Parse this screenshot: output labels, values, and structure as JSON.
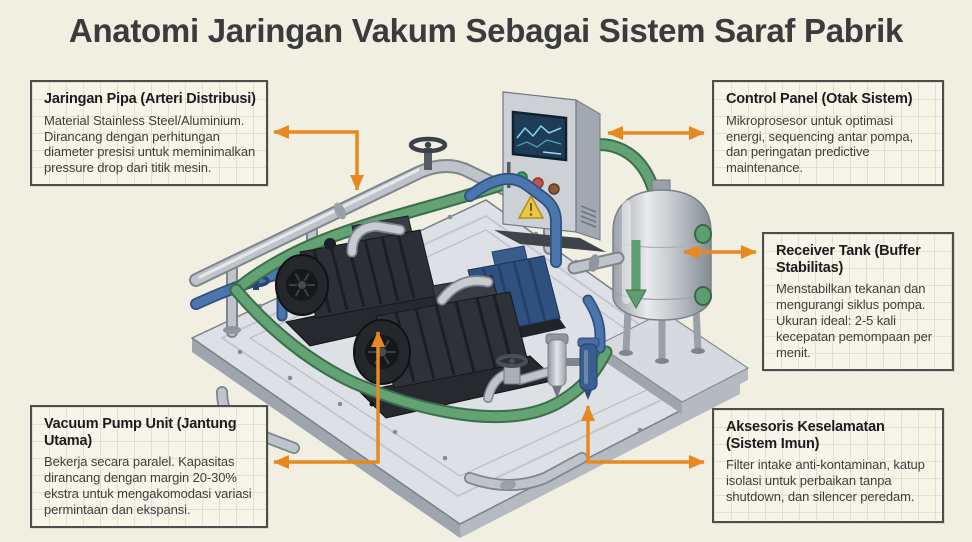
{
  "page": {
    "title": "Anatomi Jaringan Vakum Sebagai Sistem Saraf Pabrik",
    "background_color": "#f1eee2",
    "accent_color": "#e8891f"
  },
  "callouts": {
    "pipes": {
      "title": "Jaringan Pipa (Arteri Distribusi)",
      "body": "Material Stainless Steel/Aluminium. Dirancang dengan perhitungan diameter presisi untuk meminimalkan pressure drop dari titik mesin."
    },
    "control": {
      "title": "Control Panel (Otak Sistem)",
      "body": "Mikroprosesor untuk optimasi energi, sequencing antar pompa, dan peringatan predictive maintenance."
    },
    "tank": {
      "title": "Receiver Tank (Buffer Stabilitas)",
      "body": "Menstabilkan tekanan dan mengurangi siklus pompa. Ukuran ideal: 2-5 kali kecepatan pemompaan per menit."
    },
    "pump": {
      "title": "Vacuum Pump Unit (Jantung Utama)",
      "body": "Bekerja secara paralel. Kapasitas dirancang dengan margin 20-30% ekstra untuk mengakomodasi variasi permintaan dan ekspansi."
    },
    "safety": {
      "title": "Aksesoris Keselamatan (Sistem Imun)",
      "body": "Filter intake anti-kontaminan, katup isolasi untuk perbaikan tanpa shutdown, dan silencer peredam."
    }
  },
  "illustration": {
    "colors": {
      "pipe_gray": "#bfc4ca",
      "pipe_blue": "#4a76ad",
      "pipe_green": "#63a273",
      "pump_dark": "#2c3036",
      "pump_blue": "#2f517f",
      "tank_metal": "#c6cbd0",
      "panel_gray": "#cdd1d6",
      "screen_blue": "#1f3c57",
      "warning_yellow": "#e9c93f"
    }
  }
}
